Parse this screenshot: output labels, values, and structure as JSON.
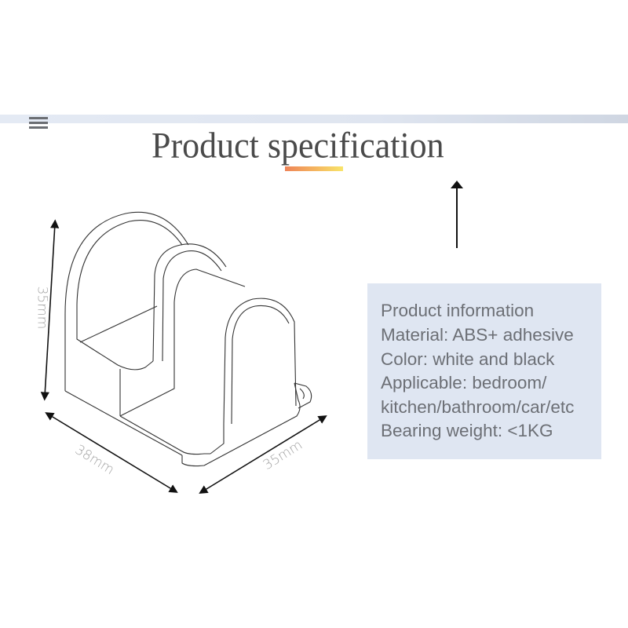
{
  "header": {
    "menu_icon": "hamburger-menu-icon",
    "title": "Product specification",
    "underline_colors": [
      "#ee8458",
      "#f5b860",
      "#f8e46a"
    ],
    "band_color": "#e0e6f1"
  },
  "diagram": {
    "dimensions": {
      "height": "35mm",
      "width": "38mm",
      "depth": "35mm"
    },
    "arrow_icon": "up-arrow-icon"
  },
  "product_info": {
    "background": "#dfe6f2",
    "lines": [
      "Product information",
      "Material: ABS+ adhesive",
      "Color: white and black",
      "Applicable: bedroom/",
      "kitchen/bathroom/car/etc",
      "Bearing weight: <1KG"
    ]
  }
}
